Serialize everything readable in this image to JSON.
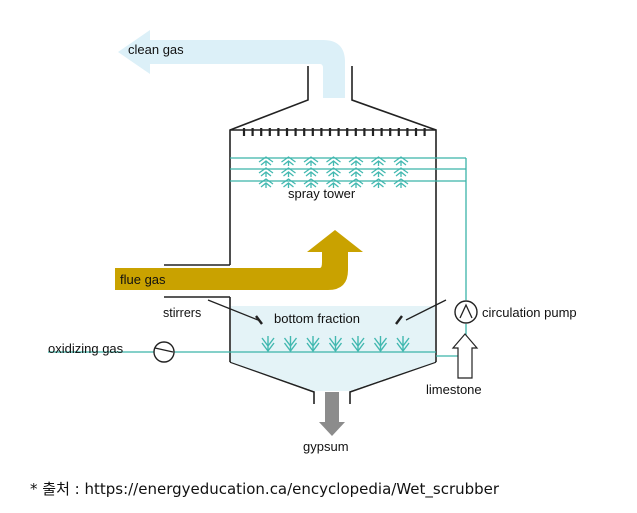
{
  "labels": {
    "clean_gas": "clean gas",
    "spray_tower": "spray tower",
    "flue_gas": "flue gas",
    "stirrers": "stirrers",
    "bottom_fraction": "bottom fraction",
    "circulation_pump": "circulation pump",
    "oxidizing_gas": "oxidizing gas",
    "limestone": "limestone",
    "gypsum": "gypsum"
  },
  "source_note": "* 출처 : https://energyeducation.ca/encyclopedia/Wet_scrubber",
  "colors": {
    "clean_gas_arrow": "#dcf0f8",
    "flue_gas_arrow": "#c9a200",
    "pipe": "#3bb3a9",
    "spray": "#42b8b0",
    "liquid": "#e4f3f7",
    "gypsum_arrow": "#8c8c8c",
    "wall": "#222222"
  }
}
